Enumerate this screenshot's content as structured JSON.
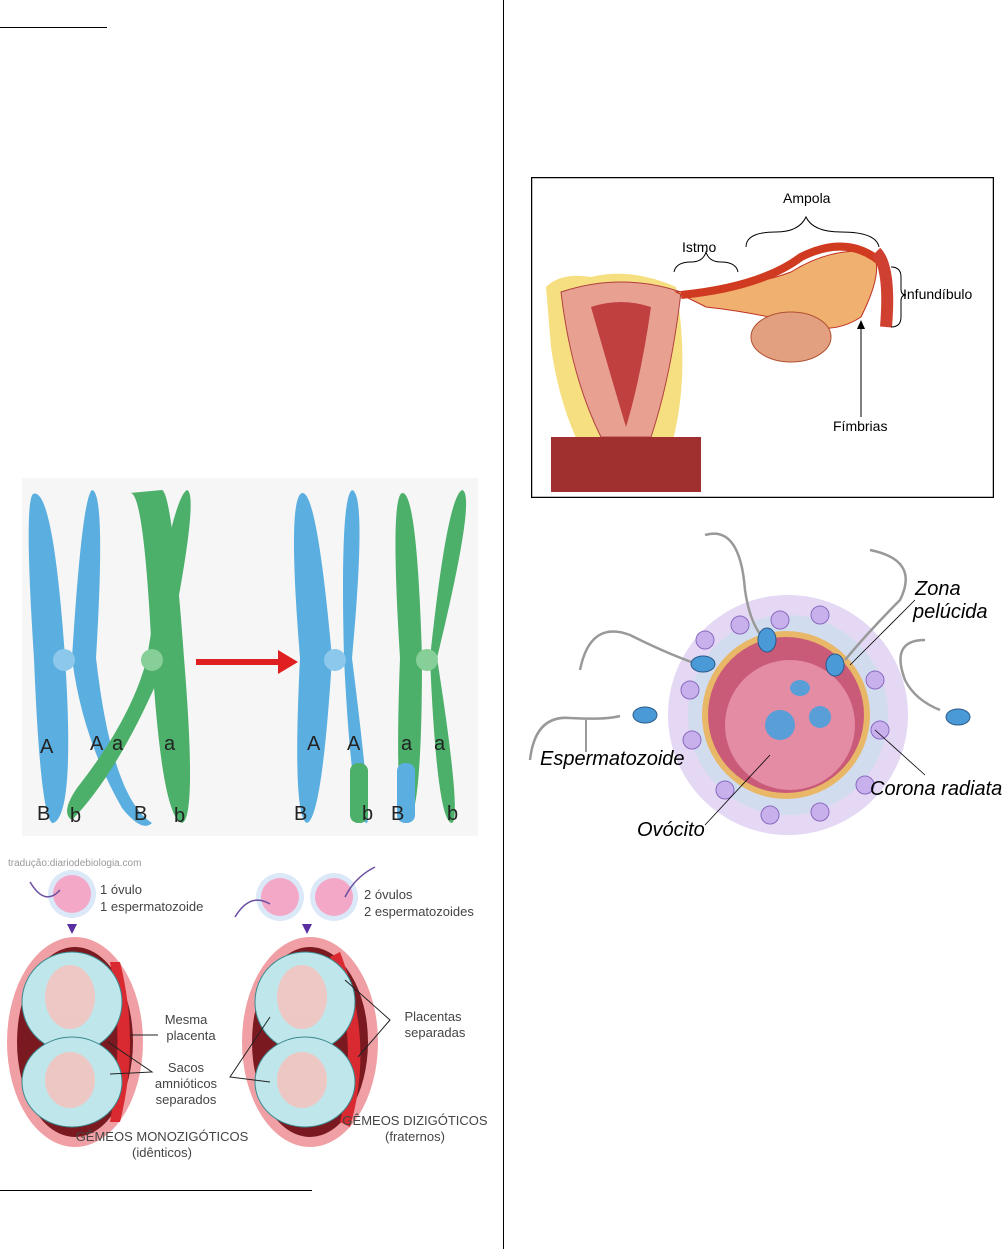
{
  "chromosomes": {
    "left_labels": {
      "A1": "A",
      "A2": "A",
      "a1": "a",
      "a2": "a",
      "B1": "B",
      "b1": "b",
      "B2": "B",
      "b2": "b"
    },
    "right_labels": {
      "A1": "A",
      "A2": "A",
      "a1": "a",
      "a2": "a",
      "B1": "B",
      "b1": "b",
      "B2": "B",
      "b2": "b"
    },
    "colors": {
      "blue": "#5aaee0",
      "green": "#4caf6a",
      "arrow": "#e02020"
    }
  },
  "twins": {
    "credit": "tradução:diariodebiologia.com",
    "mono_cells": [
      "1 óvulo",
      "1 espermatozoide"
    ],
    "di_cells": [
      "2 óvulos",
      "2 espermatozoides"
    ],
    "same_placenta": [
      "Mesma",
      "placenta"
    ],
    "amniotic_sacs": [
      "Sacos",
      "amnióticos",
      "separados"
    ],
    "separate_placentas": [
      "Placentas",
      "separadas"
    ],
    "mono_title": [
      "GÊMEOS MONOZIGÓTICOS",
      "(idênticos)"
    ],
    "di_title": [
      "GÊMEOS DIZIGÓTICOS",
      "(fraternos)"
    ]
  },
  "uterus": {
    "ampola": "Ampola",
    "istmo": "Istmo",
    "infundibulo": "Infundíbulo",
    "fimbrias": "Fímbrias"
  },
  "fertilization": {
    "zona": [
      "Zona",
      "pelúcida"
    ],
    "espermatozoide": "Espermatozoide",
    "corona": "Corona radiata",
    "ovocito": "Ovócito"
  }
}
